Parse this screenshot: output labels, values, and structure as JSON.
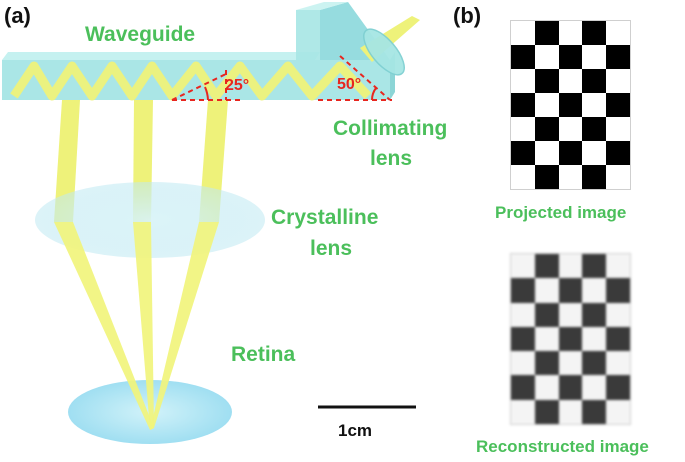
{
  "panel_a": {
    "label": "(a)",
    "waveguide_label": "Waveguide",
    "angle_1": "25°",
    "angle_2": "50°",
    "collimating_lens_label": [
      "Collimating",
      "lens"
    ],
    "crystalline_lens_label": [
      "Crystalline",
      "lens"
    ],
    "retina_label": "Retina",
    "scale_bar_label": "1cm"
  },
  "panel_b": {
    "label": "(b)",
    "projected_caption": "Projected image",
    "reconstructed_caption": "Reconstructed image",
    "checkerboard": {
      "columns": 5,
      "rows": 7
    }
  },
  "colors": {
    "beam": "#f0f56a",
    "waveguide": "#9ee3e3",
    "lens": "#c8eef4",
    "label_green": "#4bbf5b",
    "angle_red": "#e8261f"
  }
}
